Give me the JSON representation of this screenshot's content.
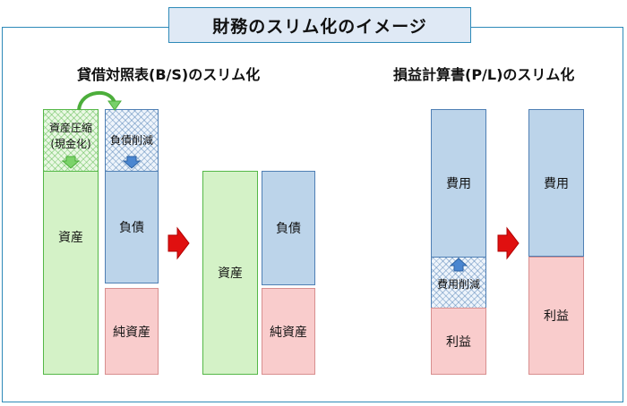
{
  "title": "財務のスリム化のイメージ",
  "bs": {
    "heading": "貸借対照表(B/S)のスリム化",
    "before": {
      "asset_compress_line1": "資産圧縮",
      "asset_compress_line2": "(現金化)",
      "assets": "資産",
      "liability_reduction": "負債削減",
      "liabilities": "負債",
      "net_assets": "純資産"
    },
    "after": {
      "assets": "資産",
      "liabilities": "負債",
      "net_assets": "純資産"
    }
  },
  "pl": {
    "heading": "損益計算書(P/L)のスリム化",
    "before": {
      "expenses": "費用",
      "expense_reduction": "費用削減",
      "profit": "利益"
    },
    "after": {
      "expenses": "費用",
      "profit": "利益"
    }
  },
  "colors": {
    "frame": "#2e8ab8",
    "title_bg": "#dfe9f5",
    "asset_fill": "#d4f2c7",
    "liability_fill": "#bcd4ea",
    "equity_fill": "#f9cccc",
    "arrow_red": "#e01010"
  }
}
